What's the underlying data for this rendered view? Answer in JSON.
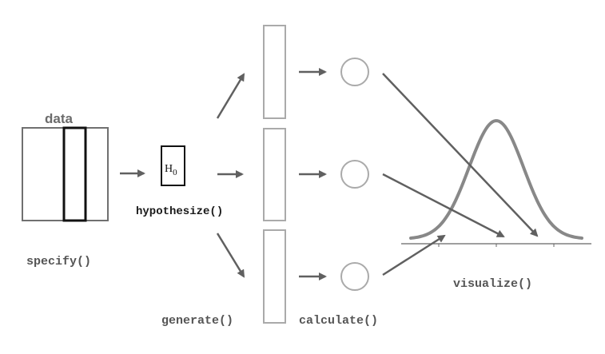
{
  "diagram": {
    "data_label": "data",
    "h0_label": "H",
    "h0_subscript": "0",
    "steps": {
      "specify": "specify()",
      "hypothesize": "hypothesize()",
      "generate": "generate()",
      "calculate": "calculate()",
      "visualize": "visualize()"
    },
    "replicate_count": 3,
    "colors": {
      "arrow": "#606060",
      "light_box": "#aaaaaa",
      "dark_box": "#111111",
      "data_frame": "#707070",
      "curve": "#888888"
    }
  }
}
